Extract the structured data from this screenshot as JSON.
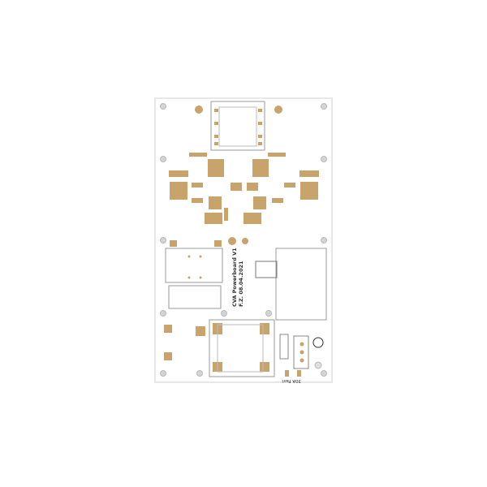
{
  "board": {
    "title": "CVA Powerboard V1",
    "author_date": "F.Z. 08.04.2021",
    "fuse_label": "30A Fast",
    "colors": {
      "board": "#ffffff",
      "pad": "#c9a36c",
      "edge": "#e3e3e3",
      "outline": "#9a9a9a",
      "hole": "#d0d0d0"
    }
  }
}
